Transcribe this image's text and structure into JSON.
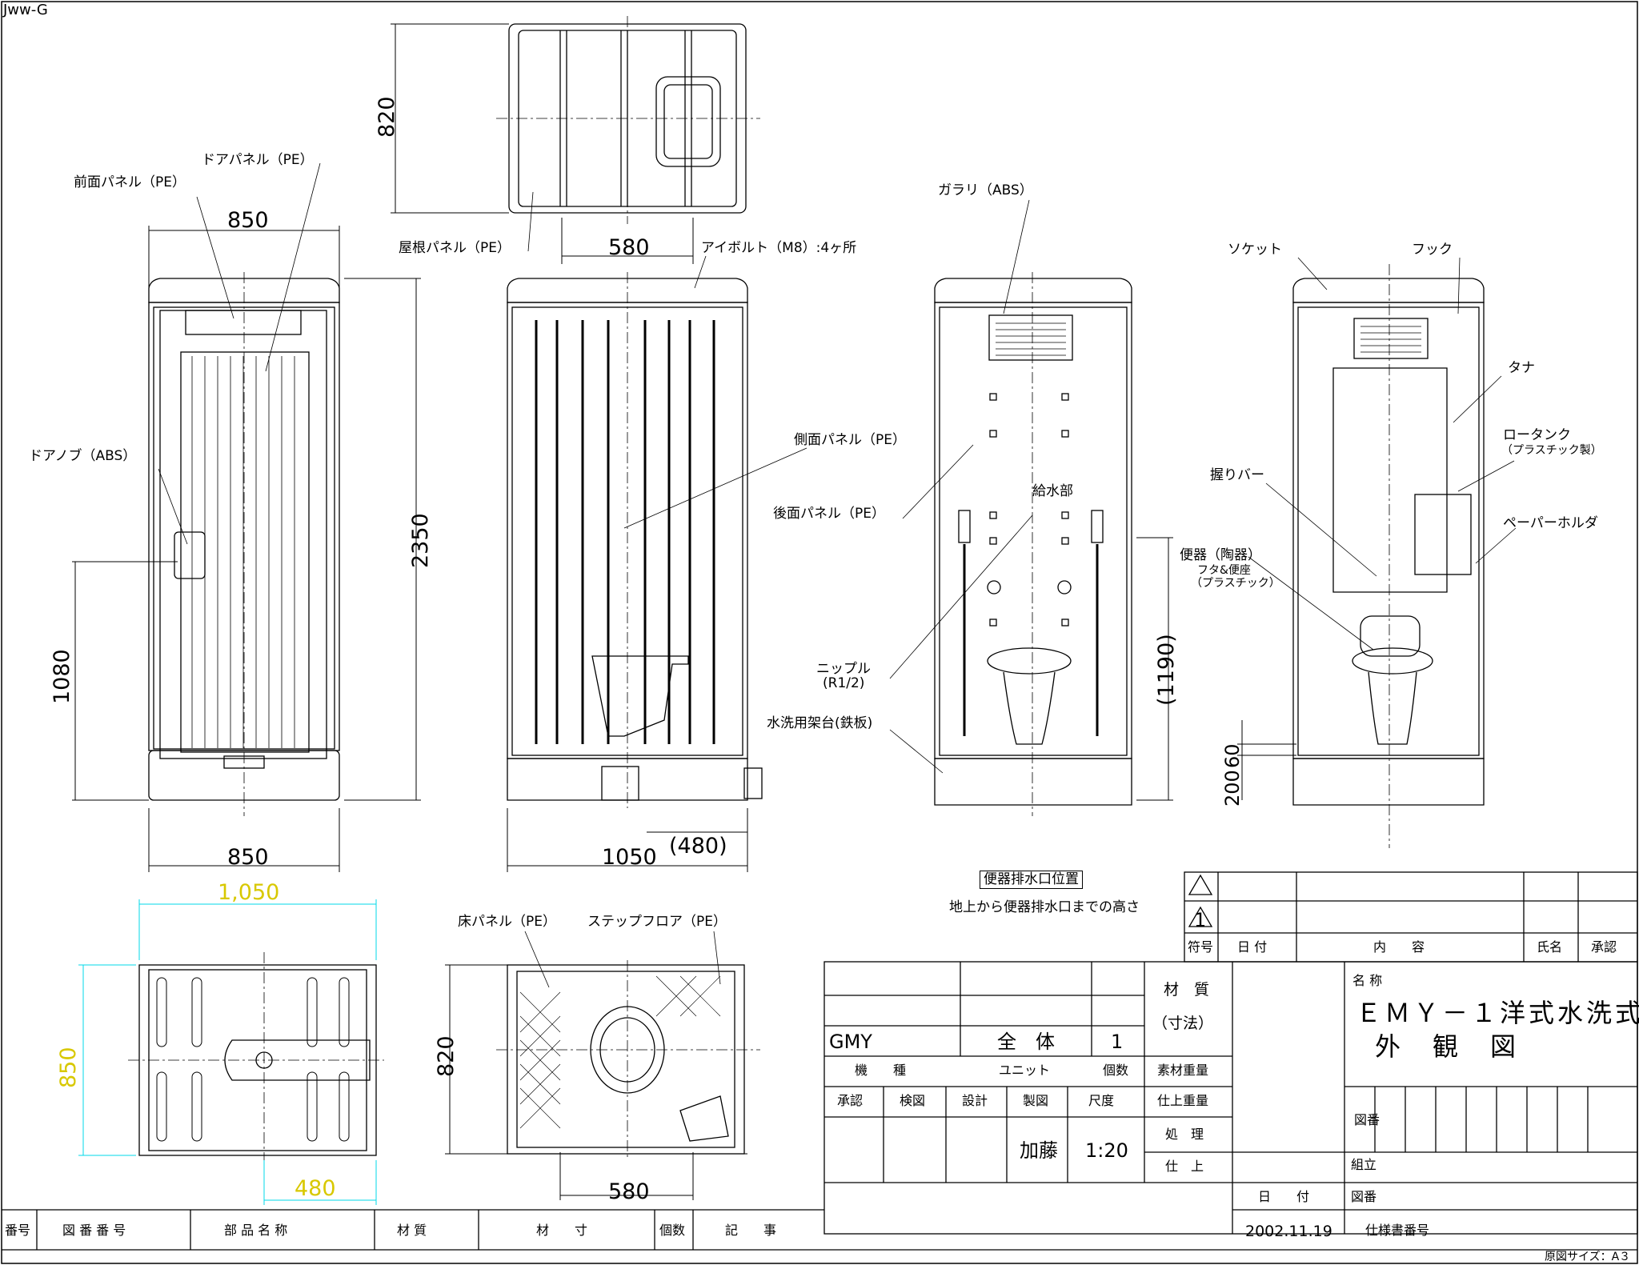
{
  "corner_code": "Jww-G",
  "paper_size": "原図サイズ：A３",
  "labels": {
    "front_panel": "前面パネル（PE）",
    "door_panel": "ドアパネル（PE）",
    "door_knob": "ドアノブ（ABS）",
    "roof_panel": "屋根パネル（PE）",
    "eye_bolt": "アイボルト（M8）:4ヶ所",
    "side_panel": "側面パネル（PE）",
    "louver": "ガラリ（ABS）",
    "rear_panel": "後面パネル（PE）",
    "water_supply": "給水部",
    "nipple": "ニップル",
    "nipple_size": "(R1/2)",
    "wash_stand": "水洗用架台(鉄板)",
    "socket": "ソケット",
    "hook": "フック",
    "shelf": "タナ",
    "low_tank": "ロータンク",
    "low_tank_mat": "（プラスチック製）",
    "grab_bar": "握りバー",
    "paper_holder": "ペーパーホルダ",
    "toilet": "便器（陶器）",
    "lid_seat": "フタ&便座",
    "lid_seat_mat": "（プラスチック）",
    "floor_panel": "床パネル（PE）",
    "step_floor": "ステップフロア（PE）",
    "drain_title": "便器排水口位置",
    "drain_desc": "地上から便器排水口までの高さ"
  },
  "dimensions": {
    "front_width_top": "850",
    "front_width_bottom": "850",
    "front_height": "2350",
    "knob_height": "1080",
    "roof_depth": "820",
    "roof_bolt_span": "580",
    "side_width": "1050",
    "side_offset": "(480)",
    "rear_height": "(1190)",
    "drain_height": "200",
    "drain_offset": "60",
    "base_width": "1,050",
    "base_depth": "850",
    "base_offset": "480",
    "floor_depth": "820",
    "floor_span": "580"
  },
  "revision_block": {
    "rev_mark": "1",
    "headers": [
      "符号",
      "日 付",
      "内　　容",
      "氏名",
      "承認"
    ]
  },
  "title_block": {
    "name_label": "名 称",
    "title_line1": "ＥＭＹ－１洋式水洗式",
    "title_line2": "外　観　図",
    "model": "GMY",
    "whole": "全　体",
    "count": "1",
    "material": "材　質",
    "material_sub": "（寸法）",
    "machine_type": "機　　種",
    "unit": "ユニット",
    "qty": "個数",
    "raw_weight": "素材重量",
    "finish_weight": "仕上重量",
    "treatment": "処　理",
    "finish": "仕　上",
    "approval": "承認",
    "check": "検図",
    "design": "設計",
    "drafting": "製図",
    "scale_label": "尺度",
    "drafter": "加藤",
    "scale": "1:20",
    "drawing_no": "図番",
    "assembly": "組立",
    "date_label": "日　　付",
    "date": "2002.11.19",
    "spec_no": "仕様書番号"
  },
  "parts_header": [
    "番号",
    "図 番 番 号",
    "部 品 名 称",
    "材 質",
    "材　　寸",
    "個数",
    "記　　事"
  ]
}
